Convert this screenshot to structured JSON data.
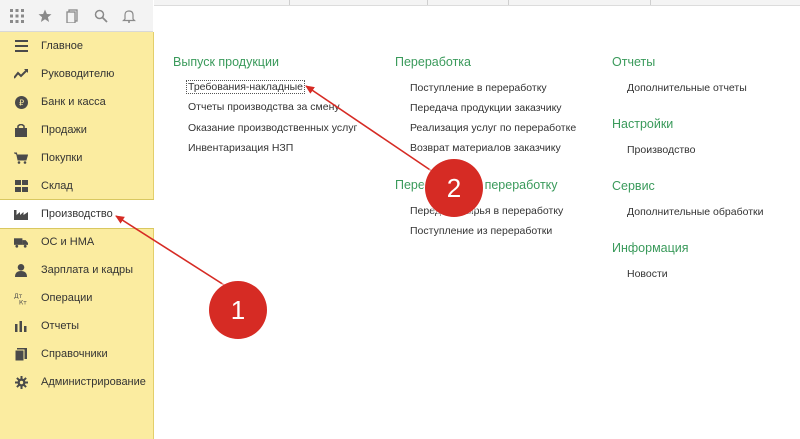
{
  "sidebar": {
    "items": [
      {
        "label": "Главное",
        "icon": "menu-icon"
      },
      {
        "label": "Руководителю",
        "icon": "trend-icon"
      },
      {
        "label": "Банк и касса",
        "icon": "coin-icon"
      },
      {
        "label": "Продажи",
        "icon": "bag-icon"
      },
      {
        "label": "Покупки",
        "icon": "cart-icon"
      },
      {
        "label": "Склад",
        "icon": "warehouse-icon"
      },
      {
        "label": "Производство",
        "icon": "factory-icon"
      },
      {
        "label": "ОС и НМА",
        "icon": "truck-icon"
      },
      {
        "label": "Зарплата и кадры",
        "icon": "person-icon"
      },
      {
        "label": "Операции",
        "icon": "dt-kt-icon"
      },
      {
        "label": "Отчеты",
        "icon": "bar-chart-icon"
      },
      {
        "label": "Справочники",
        "icon": "book-icon"
      },
      {
        "label": "Администрирование",
        "icon": "gear-icon"
      }
    ],
    "active_index": 6
  },
  "col1": {
    "title": "Выпуск продукции",
    "links": [
      "Требования-накладные",
      "Отчеты производства за смену",
      "Оказание производственных услуг",
      "Инвентаризация НЗП"
    ]
  },
  "col2": {
    "title": "Переработка",
    "links": [
      "Поступление в переработку",
      "Передача продукции заказчику",
      "Реализация услуг по переработке",
      "Возврат материалов заказчику"
    ],
    "title2": "Переработка в переработку",
    "links2": [
      "Передача сырья в переработку",
      "Поступление из переработки"
    ]
  },
  "col3": {
    "title": "Отчеты",
    "links": [
      "Дополнительные отчеты"
    ],
    "title2": "Настройки",
    "links2": [
      "Производство"
    ],
    "title3": "Сервис",
    "links3": [
      "Дополнительные обработки"
    ],
    "title4": "Информация",
    "links4": [
      "Новости"
    ]
  },
  "annotations": {
    "badge1": "1",
    "badge2": "2",
    "color": "#d62b24"
  },
  "colors": {
    "sidebar_bg": "#fbeca0",
    "section_title": "#3a9a5b"
  }
}
